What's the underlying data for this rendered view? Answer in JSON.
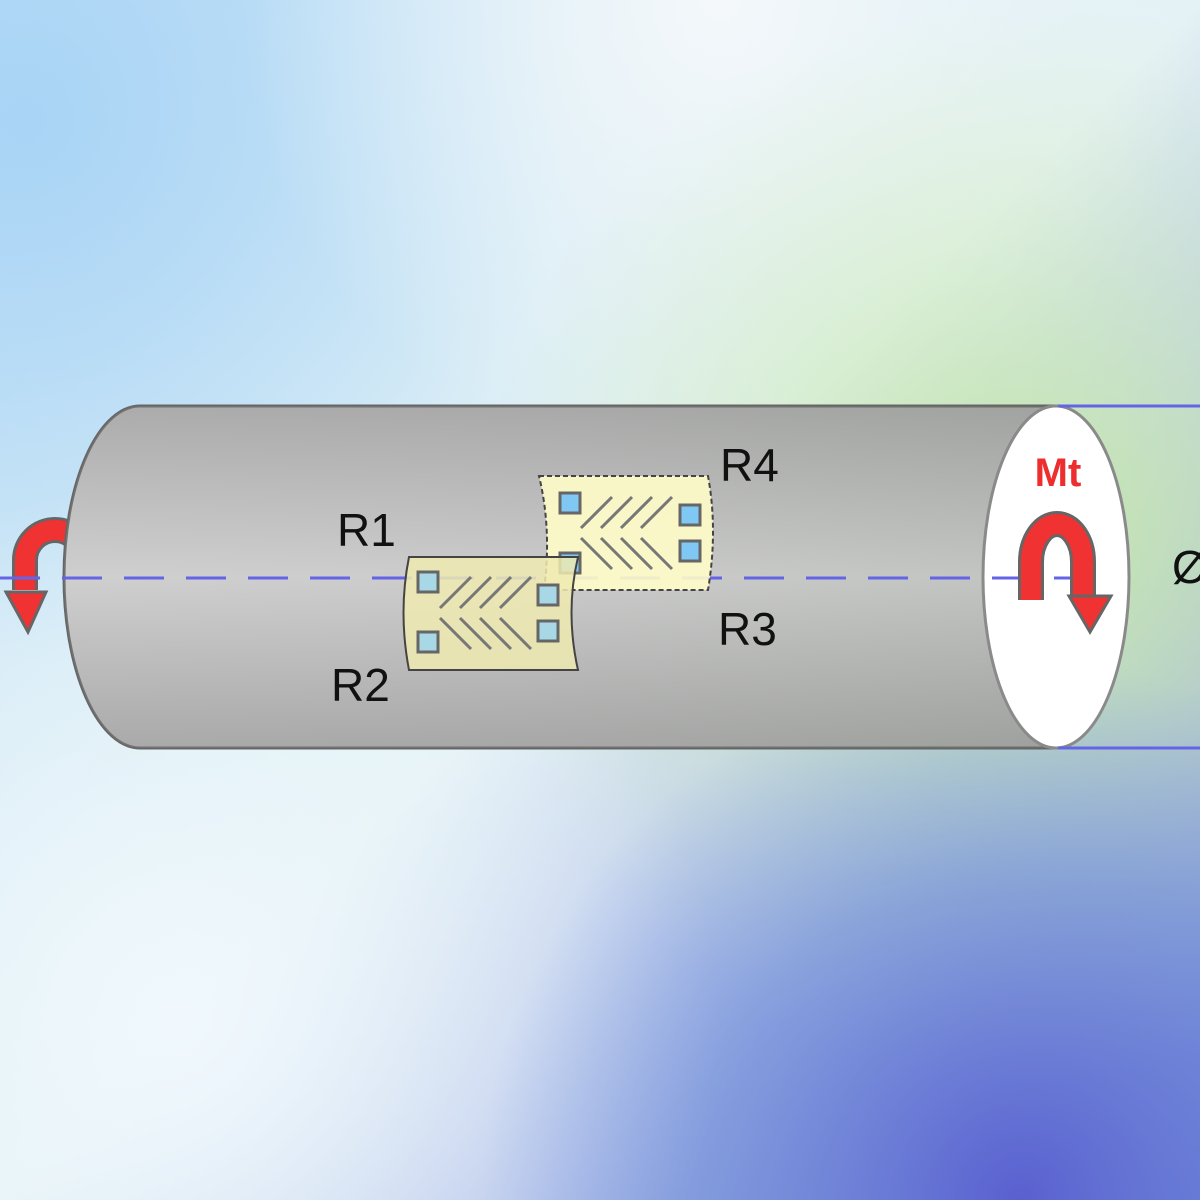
{
  "diagram": {
    "labels": {
      "r1": "R1",
      "r2": "R2",
      "r3": "R3",
      "r4": "R4",
      "torque": "Mt",
      "diameter": "Ø"
    },
    "icons": {
      "torque_arrow_right": "curved-arrow-clockwise-icon",
      "torque_arrow_left": "curved-arrow-counterclockwise-icon"
    },
    "colors": {
      "cylinder": "#b4b4b4",
      "axis_line": "#6464e6",
      "torque_arrow": "#f03232",
      "gauge_front": "#eeeab0",
      "gauge_back": "#fffcc8",
      "pad": "#80c8f0"
    }
  }
}
